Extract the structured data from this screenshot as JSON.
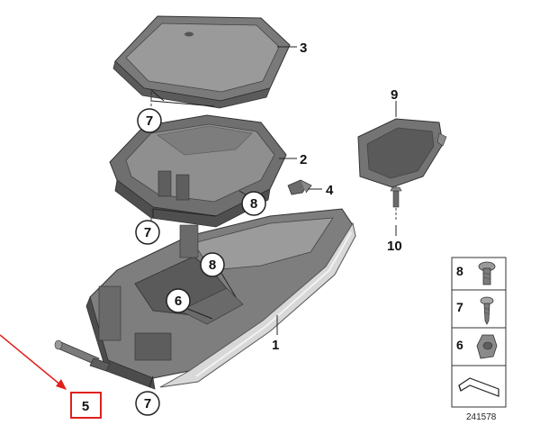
{
  "callouts": {
    "p1": "1",
    "p2": "2",
    "p3": "3",
    "p4": "4",
    "p5": "5",
    "p6a": "6",
    "p7a": "7",
    "p7b": "7",
    "p7c": "7",
    "p8a": "8",
    "p8b": "8",
    "p9": "9",
    "p10": "10"
  },
  "legend": {
    "item8": "8",
    "item7": "7",
    "item6": "6"
  },
  "diagram_id": "241578",
  "colors": {
    "highlight": "#e0201c",
    "part_dark": "#6d6d6d",
    "part_mid": "#8c8c8c",
    "part_light": "#b5b5b5",
    "trim": "#d8d8d8"
  }
}
